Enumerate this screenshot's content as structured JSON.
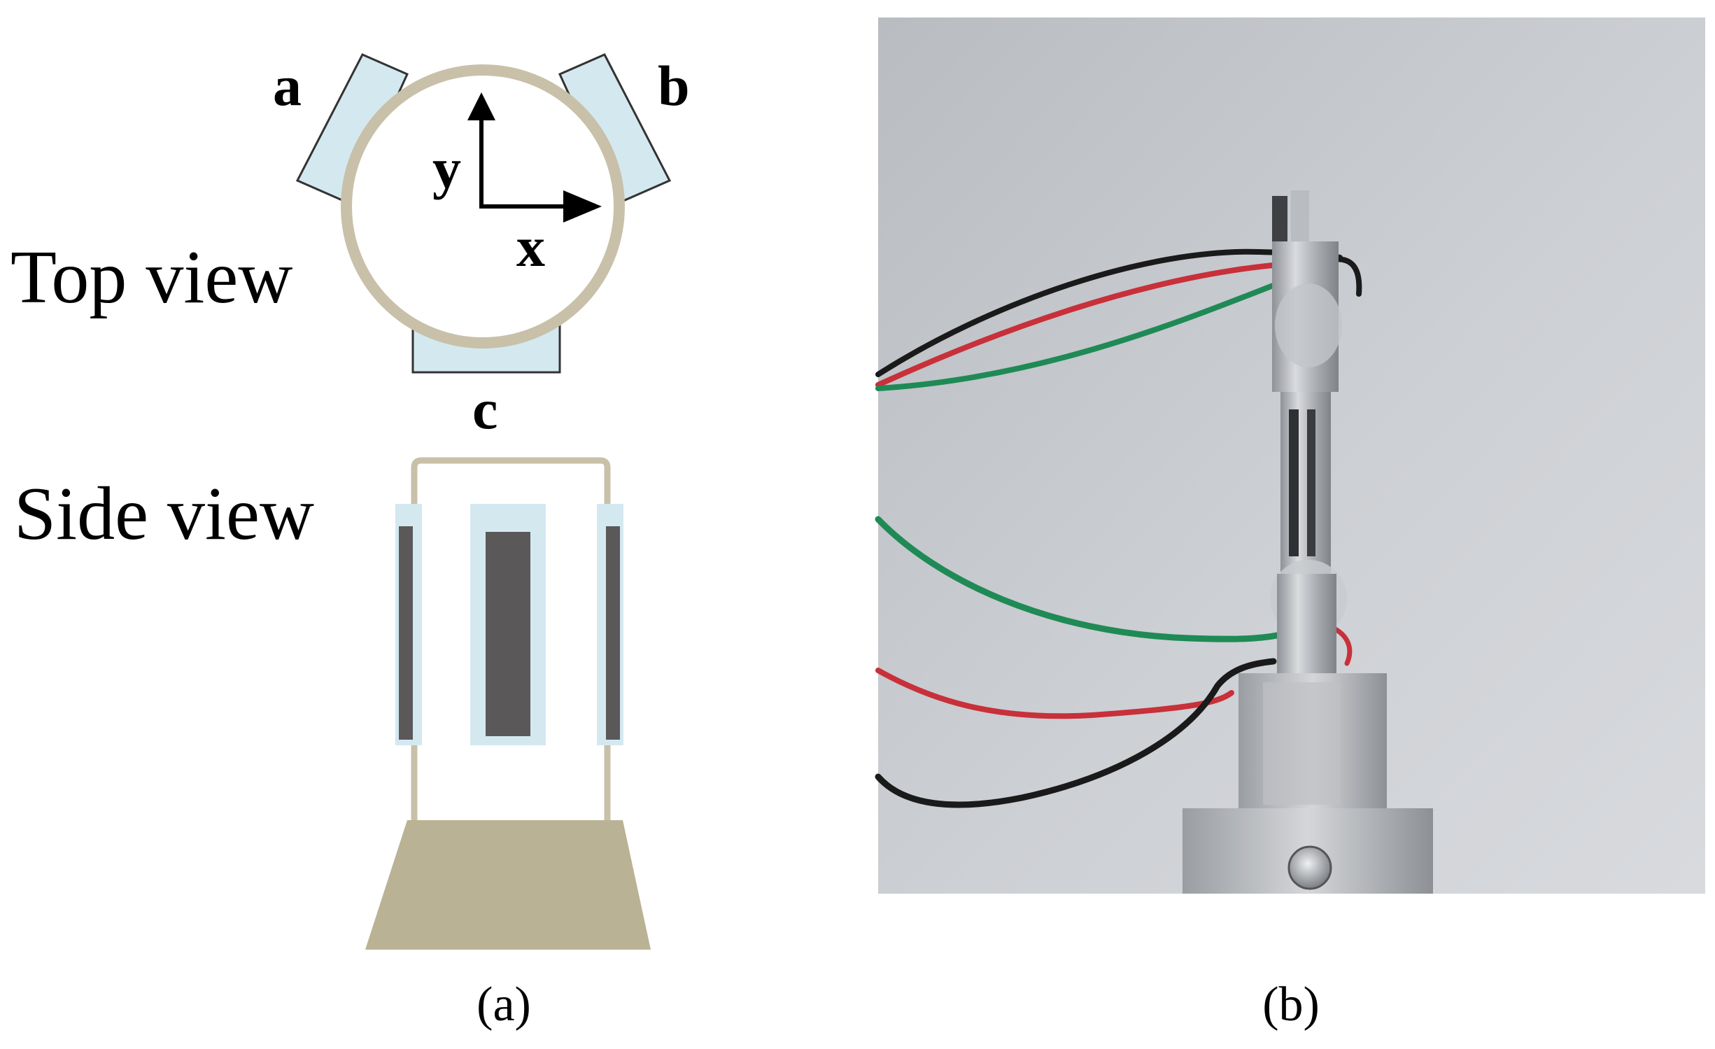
{
  "panel_a": {
    "top_view_label": "Top view",
    "side_view_label": "Side view",
    "sensor_labels": {
      "a": "a",
      "b": "b",
      "c": "c"
    },
    "axis_labels": {
      "x": "x",
      "y": "y"
    },
    "caption": "(a)"
  },
  "panel_b": {
    "caption": "(b)"
  },
  "colors": {
    "tube_ring": "#c8c0a8",
    "sensor_pad": "#d4e8f0",
    "strip_dark": "#5a5858",
    "base": "#bab294",
    "wire_red": "#c8303a",
    "wire_green": "#1f8a55",
    "wire_black": "#1a1a1a",
    "photo_bg": "#c9ccd0"
  }
}
